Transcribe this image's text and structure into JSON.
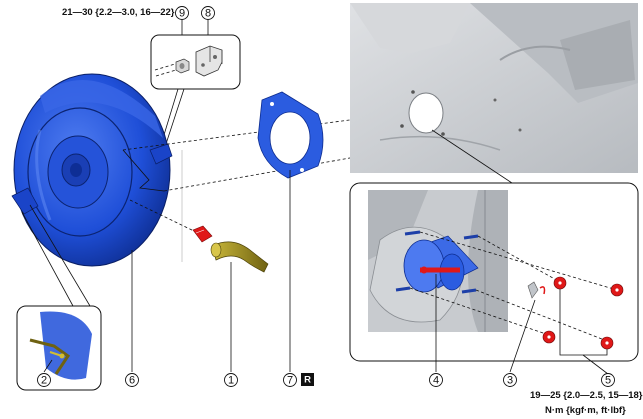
{
  "torque_specs": {
    "top_left": "21—30 {2.2—3.0, 16—22}",
    "bottom_right": "19—25 {2.0—2.5, 15—18}",
    "unit": "N·m {kgf·m, ft·lbf}"
  },
  "callouts": {
    "c1": "1",
    "c2": "2",
    "c3": "3",
    "c4": "4",
    "c5": "5",
    "c6": "6",
    "c7": "7",
    "c8": "8",
    "c9": "9"
  },
  "replace_badge": "R",
  "colors": {
    "booster_blue": "#1f4fd8",
    "booster_dark": "#0d2c8f",
    "gasket_blue": "#2b5ce0",
    "nut_red": "#e01818",
    "hose_olive": "#9a8a1e",
    "panel_gray": "#c9ccd0"
  }
}
